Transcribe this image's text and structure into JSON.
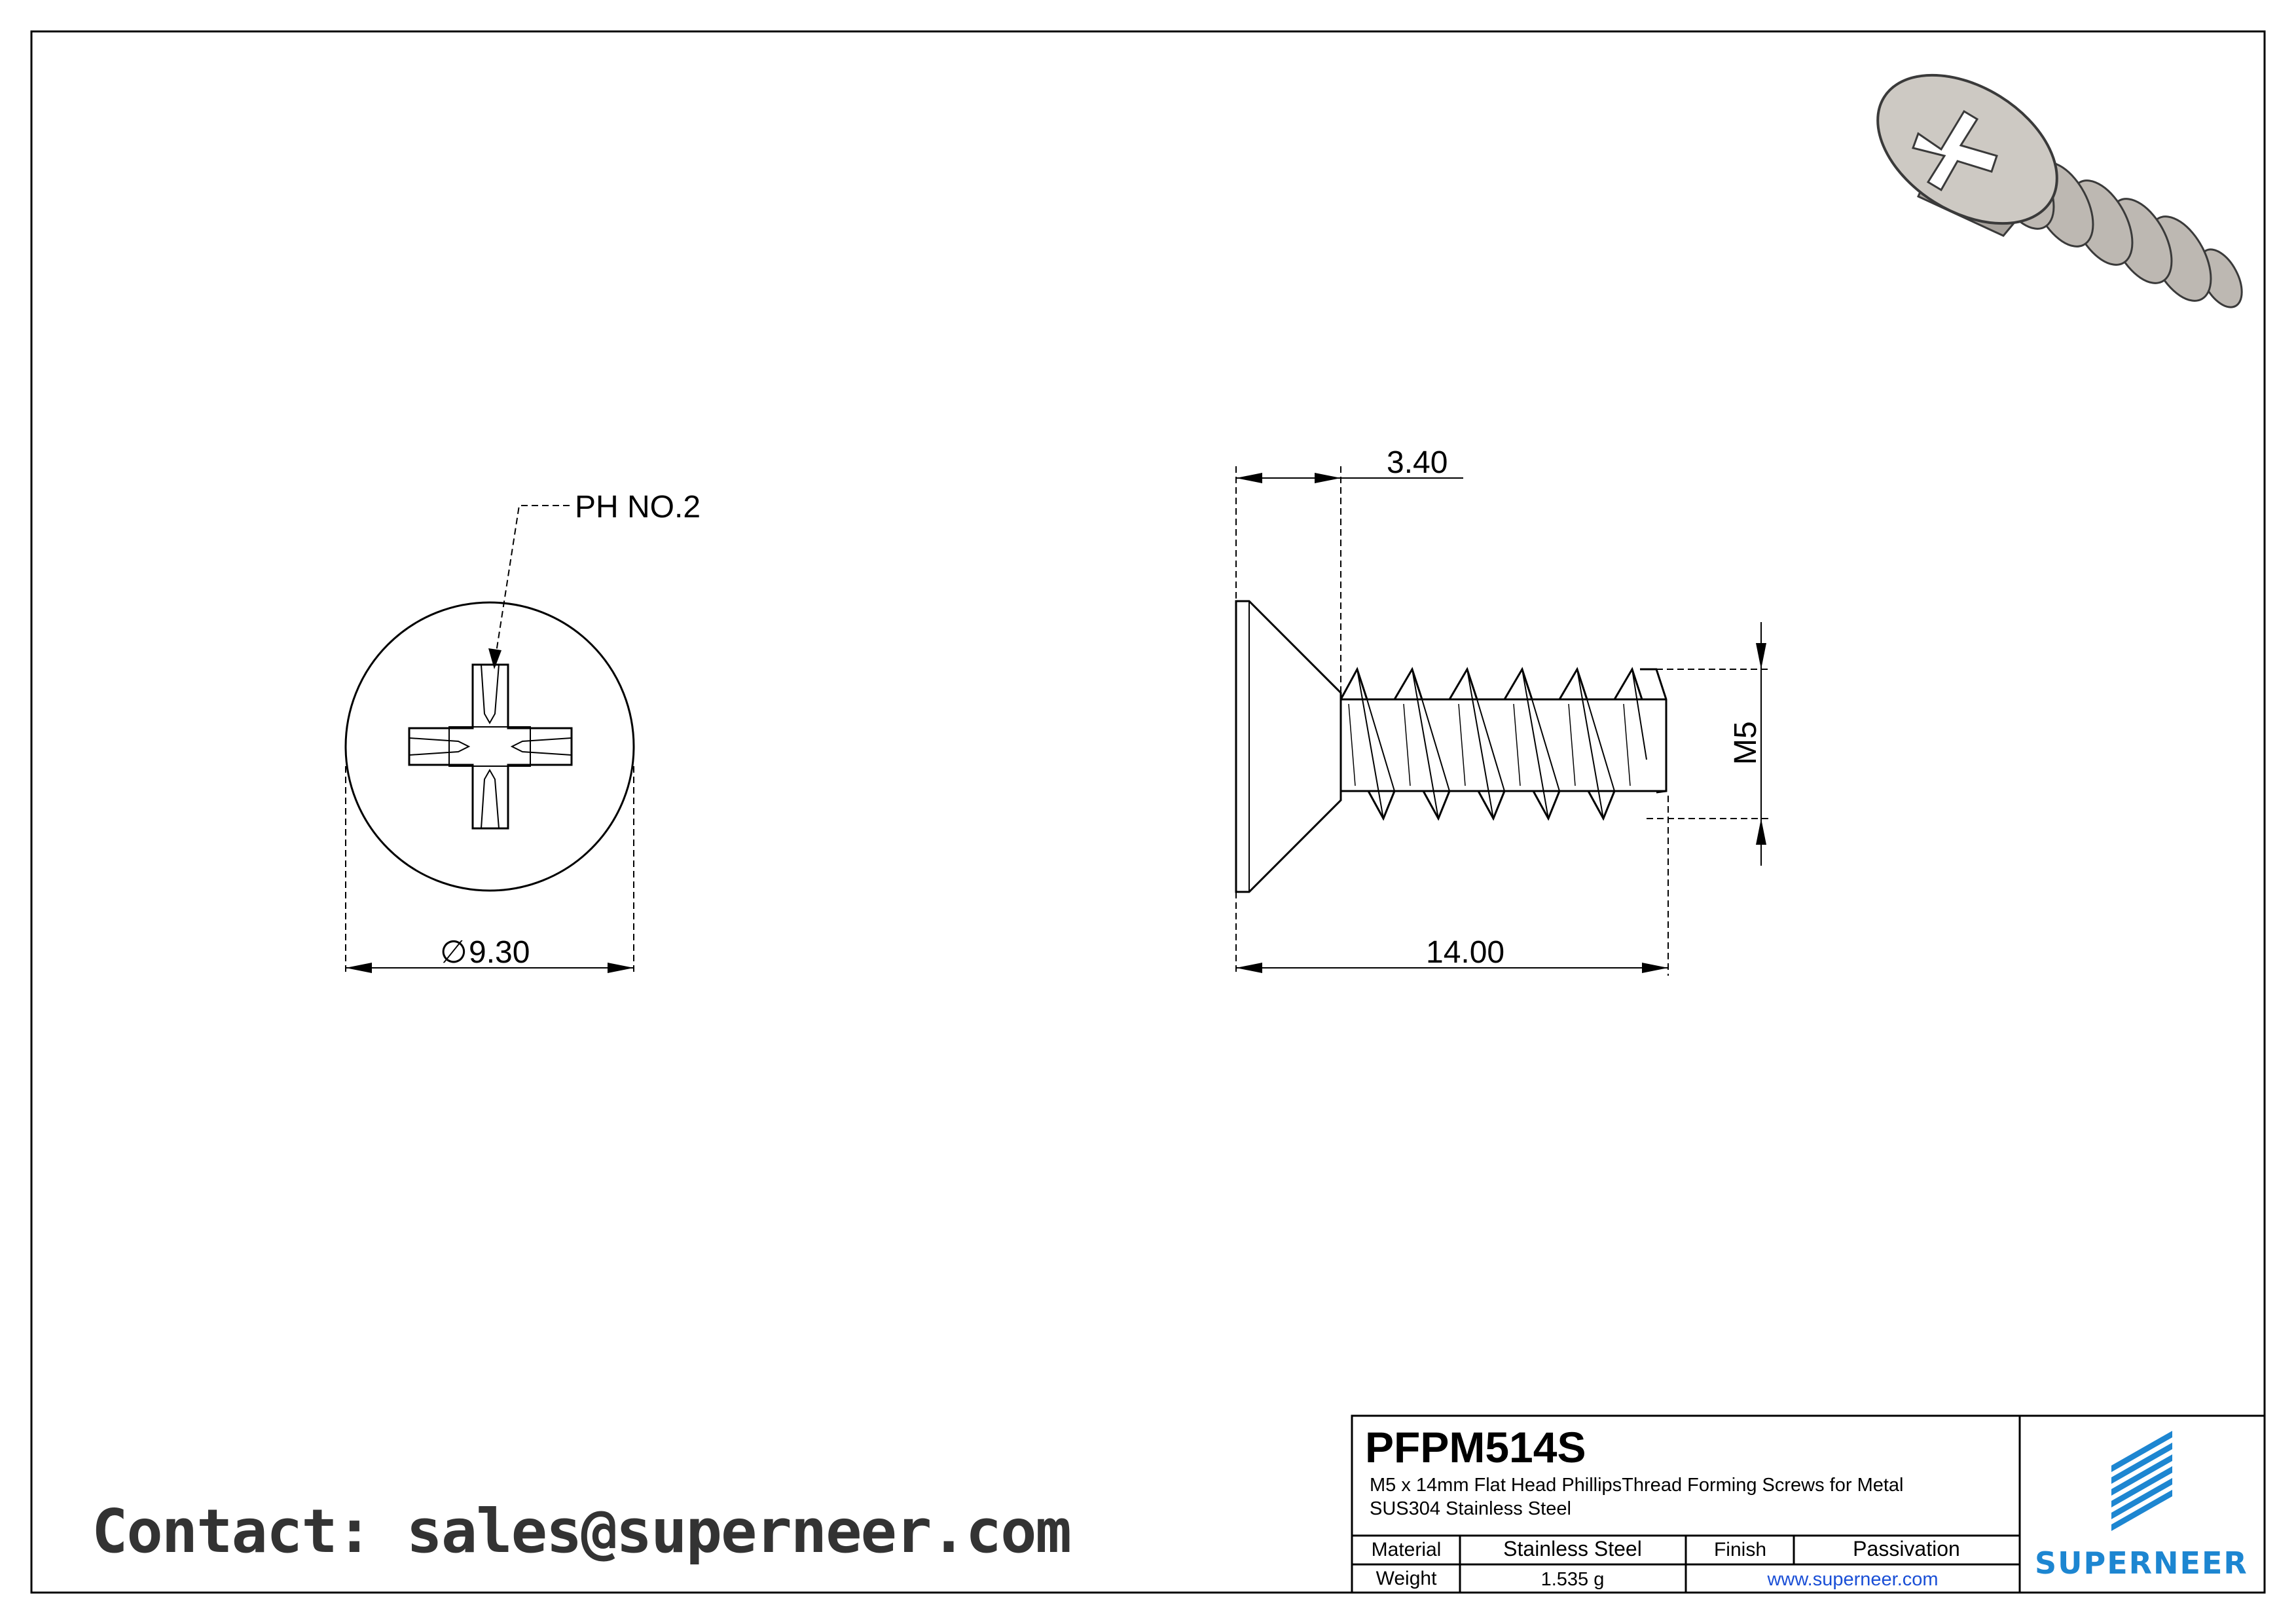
{
  "drawing": {
    "callout_label": "PH NO.2",
    "head_diameter_dim": "9.30",
    "diameter_symbol": "∅",
    "head_height_dim": "3.40",
    "thread_size_dim": "M5",
    "length_dim": "14.00"
  },
  "contact": {
    "text": "Contact: sales@superneer.com"
  },
  "title_block": {
    "part_code": "PFPM514S",
    "description_line1": "M5 x 14mm Flat Head PhillipsThread Forming Screws for Metal",
    "description_line2": "SUS304 Stainless Steel",
    "material_label": "Material",
    "material_value": "Stainless Steel",
    "finish_label": "Finish",
    "finish_value": "Passivation",
    "weight_label": "Weight",
    "weight_value": "1.535 g",
    "website": "www.superneer.com",
    "brand_name": "SUPERNEER"
  },
  "colors": {
    "line": "#000000",
    "brand_blue": "#1d86d1",
    "link_blue": "#1a4fd6",
    "screw_metal": "#c9c5bf"
  }
}
